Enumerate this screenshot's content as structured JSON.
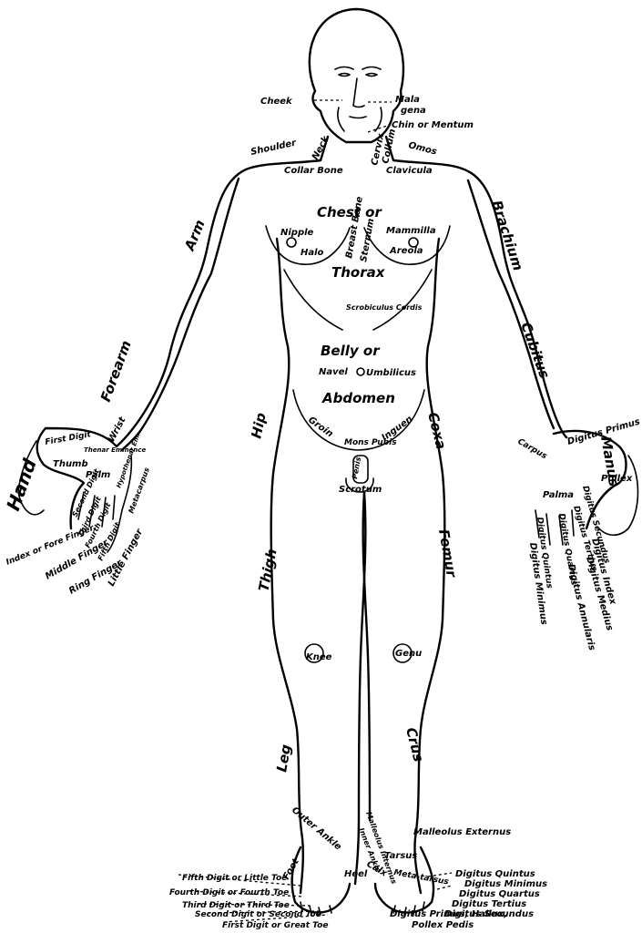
{
  "labels": {
    "cheek": "Cheek",
    "mala": "Mala",
    "gena": "gena",
    "chin": "Chin or Mentum",
    "shoulder": "Shoulder",
    "neck": "Neck",
    "cervix": "Cervix",
    "collum": "Collum",
    "omos": "Omos",
    "collar_bone": "Collar Bone",
    "clavicula": "Clavicula",
    "chest_or": "Chest or",
    "thorax": "Thorax",
    "nipple": "Nipple",
    "halo": "Halo",
    "mammilla": "Mammilla",
    "areola": "Areola",
    "breast_bone": "Breast Bone",
    "sternum": "Sternum",
    "scrobiculus_cordis": "Scrobiculus Cordis",
    "arm": "Arm",
    "brachium": "Brachium",
    "cubitus": "Cubitus",
    "forearm": "Forearm",
    "belly_or": "Belly or",
    "navel": "Navel",
    "umbilicus": "Umbilicus",
    "abdomen": "Abdomen",
    "hip": "Hip",
    "coxa": "Coxa",
    "groin": "Groin",
    "inguen": "Inguen",
    "mons_pubis": "Mons Pubis",
    "penis": "Penis",
    "scrotum": "Scrotum",
    "hand": "Hand",
    "first_digit": "First Digit",
    "wrist": "Wrist",
    "thumb": "Thumb",
    "thenar_eminence": "Thenar Eminence",
    "hypothenar_eminence": "Hypothenar Em.",
    "palm": "Palm",
    "metacarpus": "Metacarpus",
    "second_digit": "Second Digit",
    "third_digit": "Third Digit",
    "fourth_digit": "Fourth Digit",
    "fifth_digit": "Fifth Digit",
    "index_finger": "Index or Fore Finger",
    "middle_finger": "Middle Finger",
    "ring_finger": "Ring Finger",
    "little_finger": "Little Finger",
    "carpus": "Carpus",
    "manus": "Manus",
    "digitus_primus": "Digitus Primus",
    "pollex": "Pollex",
    "palma": "Palma",
    "digitus_secundus": "Digitus Secundus",
    "digitus_index": "Digitus Index",
    "digitus_tertius": "Digitus Tertius",
    "digitus_medius": "Digitus Medius",
    "digitus_quartus": "Digitus Quartus",
    "digitus_annularis": "Digitus Annularis",
    "digitus_quintus": "Digitus Quintus",
    "digitus_minimus": "Digitus Minimus",
    "thigh": "Thigh",
    "femur": "Femur",
    "knee": "Knee",
    "genu": "Genu",
    "leg": "Leg",
    "crus": "Crus",
    "malleolus_internus": "Malleolus Internus",
    "inner_ankle": "Inner Ankle",
    "outer_ankle": "Outer Ankle",
    "malleolus_externus": "Malleolus Externus",
    "tarsus": "Tarsus",
    "foot": "Foot",
    "heel": "Heel",
    "calx": "Calx",
    "metatarsus": "Meta-tarsus",
    "fifth_toe": "Fifth Digit or Little Toe",
    "fourth_toe": "Fourth Digit or Fourth Toe",
    "third_toe": "Third Digit or Third Toe",
    "second_toe": "Second Digit or Second Toe",
    "first_toe": "First Digit or Great Toe",
    "foot_digitus_quintus": "Digitus Quintus",
    "foot_digitus_minimus": "Digitus Minimus",
    "foot_digitus_quartus": "Digitus Quartus",
    "foot_digitus_tertius": "Digitus Tertius",
    "foot_digitus_secundus": "Digitus Secundus",
    "foot_digitus_primus": "Digitus Primus, Hallux,",
    "pollex_pedis": "Pollex Pedis"
  }
}
